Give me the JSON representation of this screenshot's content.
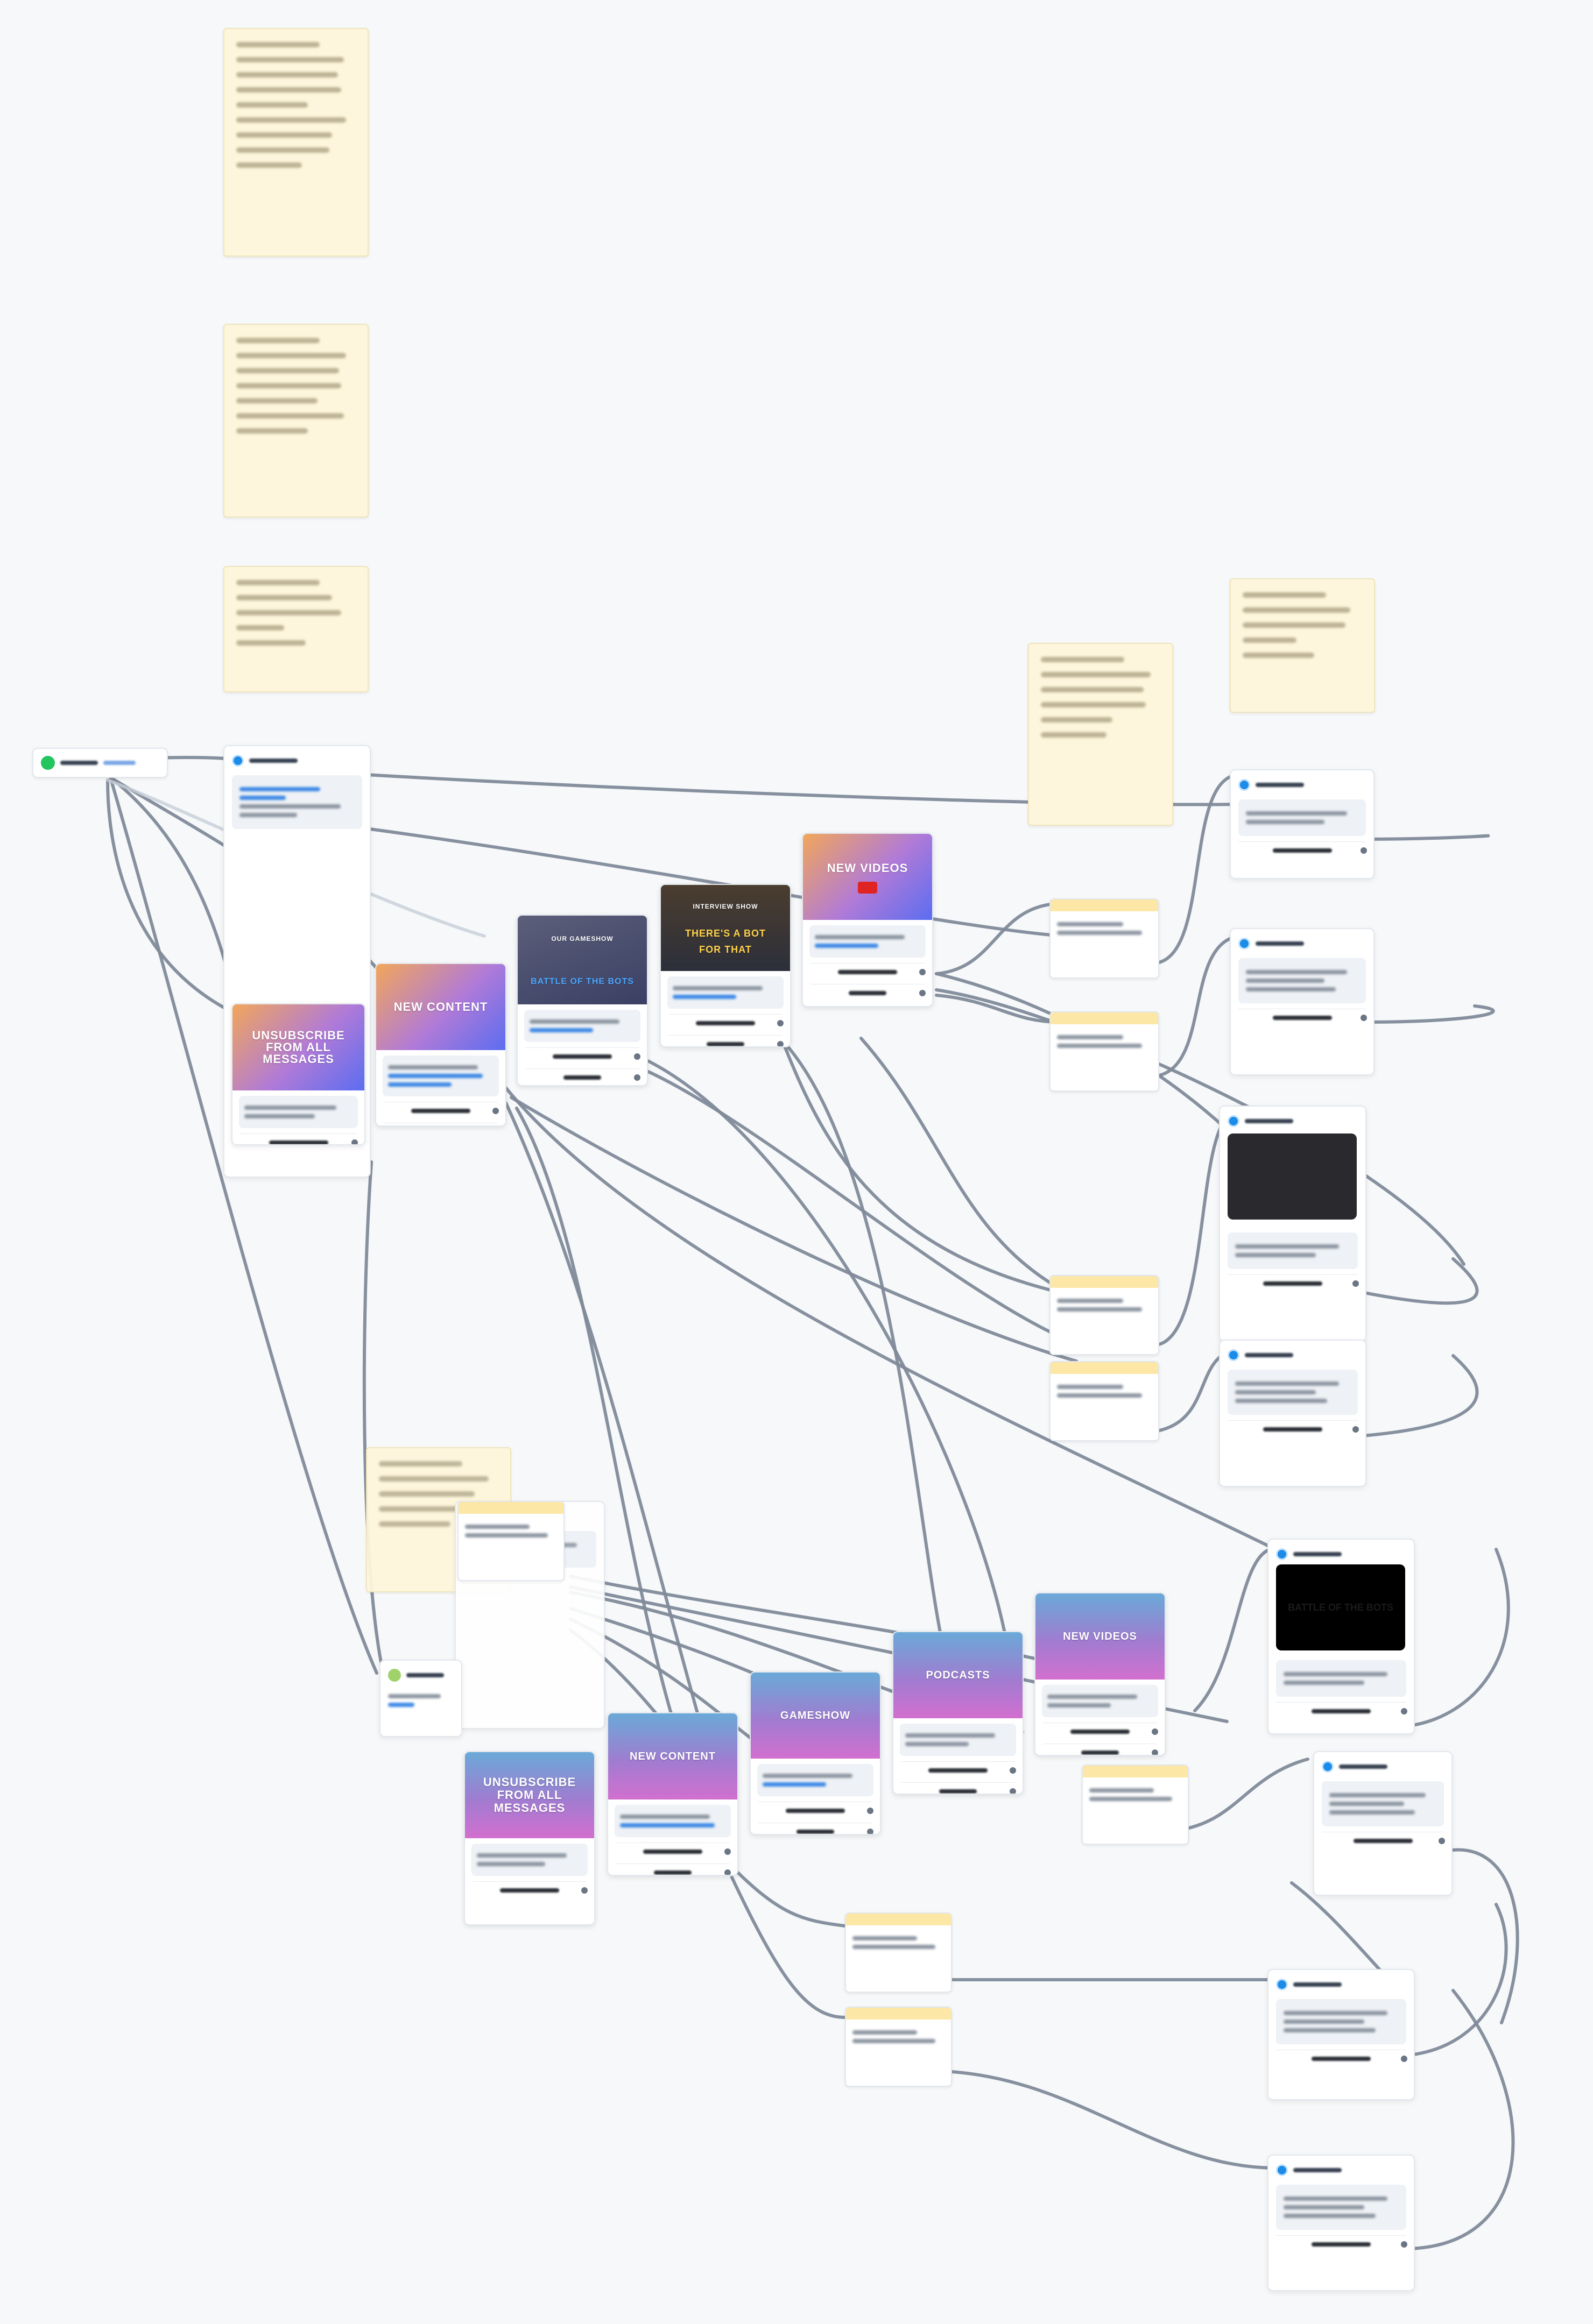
{
  "canvas": {
    "background": "#f6f8fa"
  },
  "cards": [
    {
      "id": "unsub-1",
      "title": "UNSUBSCRIBE FROM ALL MESSAGES",
      "style": "g1"
    },
    {
      "id": "newcontent-1",
      "title": "NEW CONTENT",
      "style": "g1"
    },
    {
      "id": "gameshow-1",
      "title": "OUR GAMESHOW",
      "subtitle": "BATTLE OF THE BOTS",
      "style": "g3"
    },
    {
      "id": "interview-1",
      "title": "INTERVIEW SHOW",
      "subtitle": "THERE'S A BOT FOR THAT",
      "style": "g4"
    },
    {
      "id": "newvideos-1",
      "title": "NEW VIDEOS",
      "style": "g1"
    },
    {
      "id": "unsub-2",
      "title": "UNSUBSCRIBE FROM ALL MESSAGES",
      "style": "g2"
    },
    {
      "id": "newcontent-2",
      "title": "NEW CONTENT",
      "style": "g2"
    },
    {
      "id": "gameshow-2",
      "title": "GAMESHOW",
      "style": "g2"
    },
    {
      "id": "podcasts-2",
      "title": "PODCASTS",
      "style": "g2"
    },
    {
      "id": "newvideos-2",
      "title": "NEW VIDEOS",
      "style": "g2"
    }
  ],
  "images": [
    {
      "id": "bob-image",
      "caption": "BATTLE OF THE BOTS"
    }
  ]
}
